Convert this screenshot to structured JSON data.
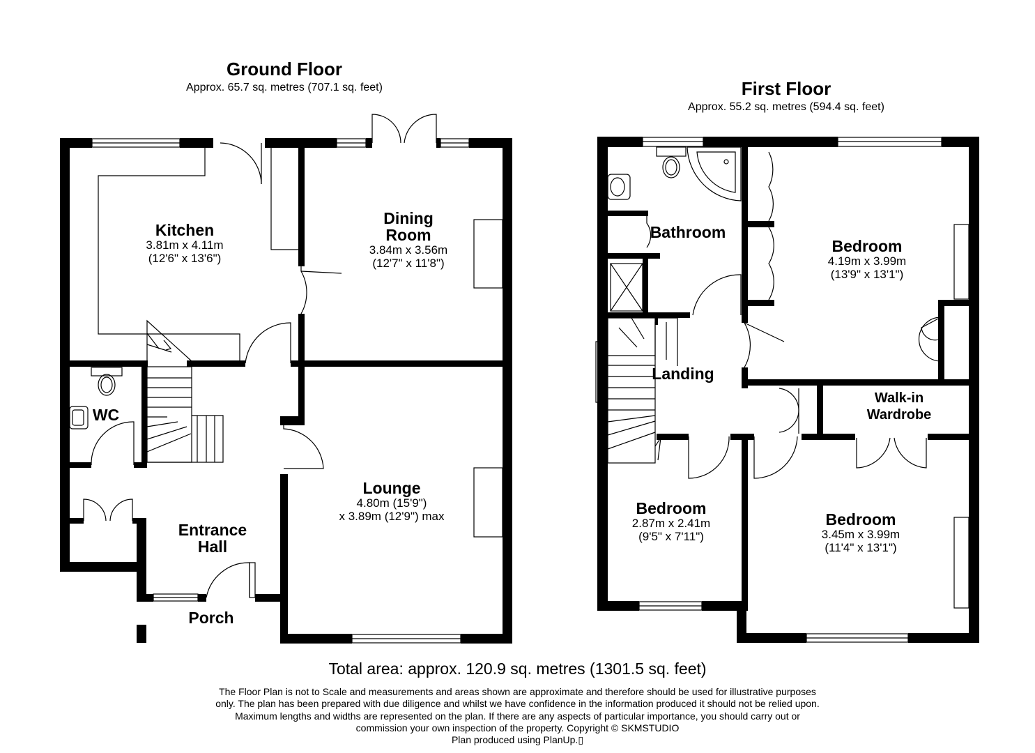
{
  "ground_floor": {
    "title": "Ground Floor",
    "area": "Approx. 65.7 sq. metres (707.1 sq. feet)",
    "rooms": {
      "kitchen": {
        "name": "Kitchen",
        "dim1": "3.81m x 4.11m",
        "dim2": "(12'6\" x 13'6\")"
      },
      "dining": {
        "name1": "Dining",
        "name2": "Room",
        "dim1": "3.84m x 3.56m",
        "dim2": "(12'7\" x 11'8\")"
      },
      "wc": {
        "name": "WC"
      },
      "lounge": {
        "name": "Lounge",
        "dim1": "4.80m (15'9\")",
        "dim2": "x 3.89m (12'9\") max"
      },
      "entrance_hall": {
        "name1": "Entrance",
        "name2": "Hall"
      },
      "porch": {
        "name": "Porch"
      }
    }
  },
  "first_floor": {
    "title": "First Floor",
    "area": "Approx. 55.2 sq. metres (594.4 sq. feet)",
    "rooms": {
      "bathroom": {
        "name": "Bathroom"
      },
      "bedroom1": {
        "name": "Bedroom",
        "dim1": "4.19m x 3.99m",
        "dim2": "(13'9\" x 13'1\")"
      },
      "landing": {
        "name": "Landing"
      },
      "walkin": {
        "name1": "Walk-in",
        "name2": "Wardrobe"
      },
      "bedroom2": {
        "name": "Bedroom",
        "dim1": "2.87m x 2.41m",
        "dim2": "(9'5\" x 7'11\")"
      },
      "bedroom3": {
        "name": "Bedroom",
        "dim1": "3.45m x 3.99m",
        "dim2": "(11'4\" x 13'1\")"
      }
    }
  },
  "total_area": "Total area: approx. 120.9 sq. metres (1301.5 sq. feet)",
  "disclaimer": [
    "The Floor Plan is not to Scale and measurements and areas shown are approximate and therefore should be used for illustrative purposes",
    "only. The plan has been prepared with due diligence and whilst we have confidence in the information produced it should not be relied upon.",
    "Maximum lengths and widths are represented on the plan. If there are any aspects of particular importance, you should carry out or",
    "commission your own inspection of the property. Copyright © SKMSTUDIO",
    "Plan produced using PlanUp.▯"
  ],
  "colors": {
    "wall": "#000000",
    "line": "#000000",
    "background": "#ffffff"
  }
}
